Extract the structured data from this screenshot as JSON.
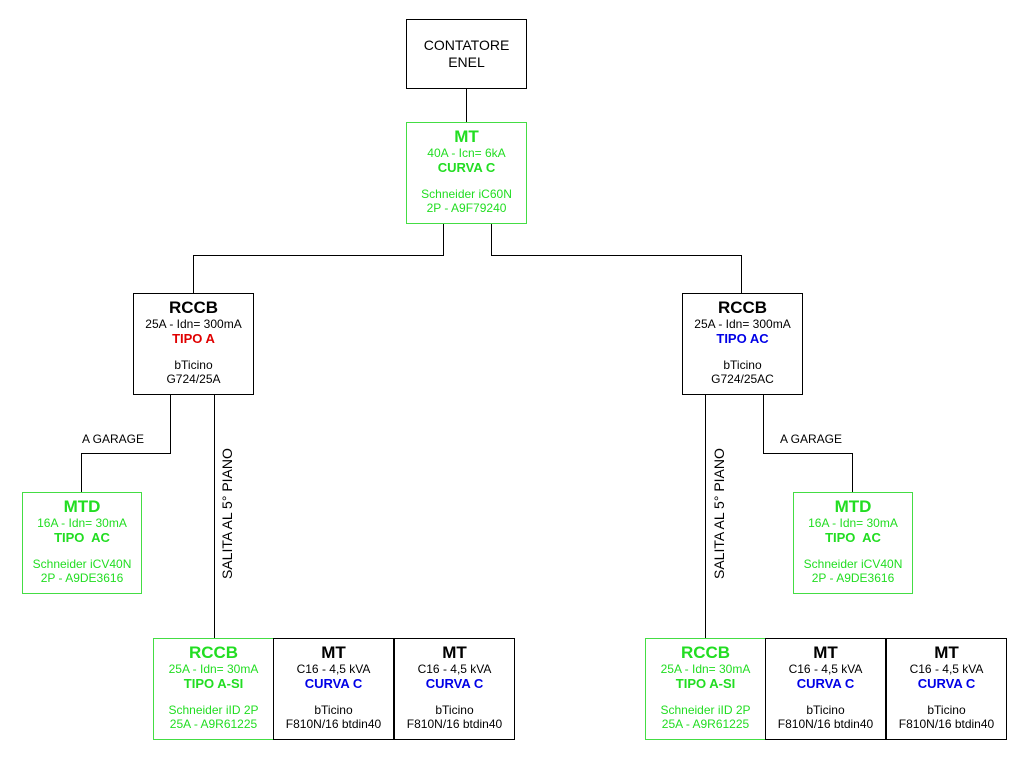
{
  "meter": {
    "line1": "CONTATORE",
    "line2": "ENEL"
  },
  "main_mt": {
    "title": "MT",
    "rating": "40A - Icn= 6kA",
    "curve": "CURVA C",
    "brand": "Schneider iC60N",
    "code": "2P - A9F79240"
  },
  "left": {
    "rccb": {
      "title": "RCCB",
      "rating": "25A - Idn= 300mA",
      "type": "TIPO A",
      "brand": "bTicino",
      "code": "G724/25A"
    },
    "garage_label": "A GARAGE",
    "salita_label": "SALITA AL 5° PIANO",
    "mtd": {
      "title": "MTD",
      "rating": "16A - Idn= 30mA",
      "type": "TIPO  AC",
      "brand": "Schneider iCV40N",
      "code": "2P - A9DE3616"
    },
    "sub_rccb": {
      "title": "RCCB",
      "rating": "25A - Idn= 30mA",
      "type": "TIPO A-SI",
      "brand": "Schneider iID 2P",
      "code": "25A - A9R61225"
    },
    "mt1": {
      "title": "MT",
      "rating": "C16 - 4,5 kVA",
      "curve": "CURVA C",
      "brand": "bTicino",
      "code": "F810N/16 btdin40"
    },
    "mt2": {
      "title": "MT",
      "rating": "C16 - 4,5 kVA",
      "curve": "CURVA C",
      "brand": "bTicino",
      "code": "F810N/16 btdin40"
    }
  },
  "right": {
    "rccb": {
      "title": "RCCB",
      "rating": "25A - Idn= 300mA",
      "type": "TIPO AC",
      "brand": "bTicino",
      "code": "G724/25AC"
    },
    "garage_label": "A GARAGE",
    "salita_label": "SALITA AL 5° PIANO",
    "mtd": {
      "title": "MTD",
      "rating": "16A - Idn= 30mA",
      "type": "TIPO  AC",
      "brand": "Schneider iCV40N",
      "code": "2P - A9DE3616"
    },
    "sub_rccb": {
      "title": "RCCB",
      "rating": "25A - Idn= 30mA",
      "type": "TIPO A-SI",
      "brand": "Schneider iID 2P",
      "code": "25A - A9R61225"
    },
    "mt1": {
      "title": "MT",
      "rating": "C16 - 4,5 kVA",
      "curve": "CURVA C",
      "brand": "bTicino",
      "code": "F810N/16 btdin40"
    },
    "mt2": {
      "title": "MT",
      "rating": "C16 - 4,5 kVA",
      "curve": "CURVA C",
      "brand": "bTicino",
      "code": "F810N/16 btdin40"
    }
  }
}
